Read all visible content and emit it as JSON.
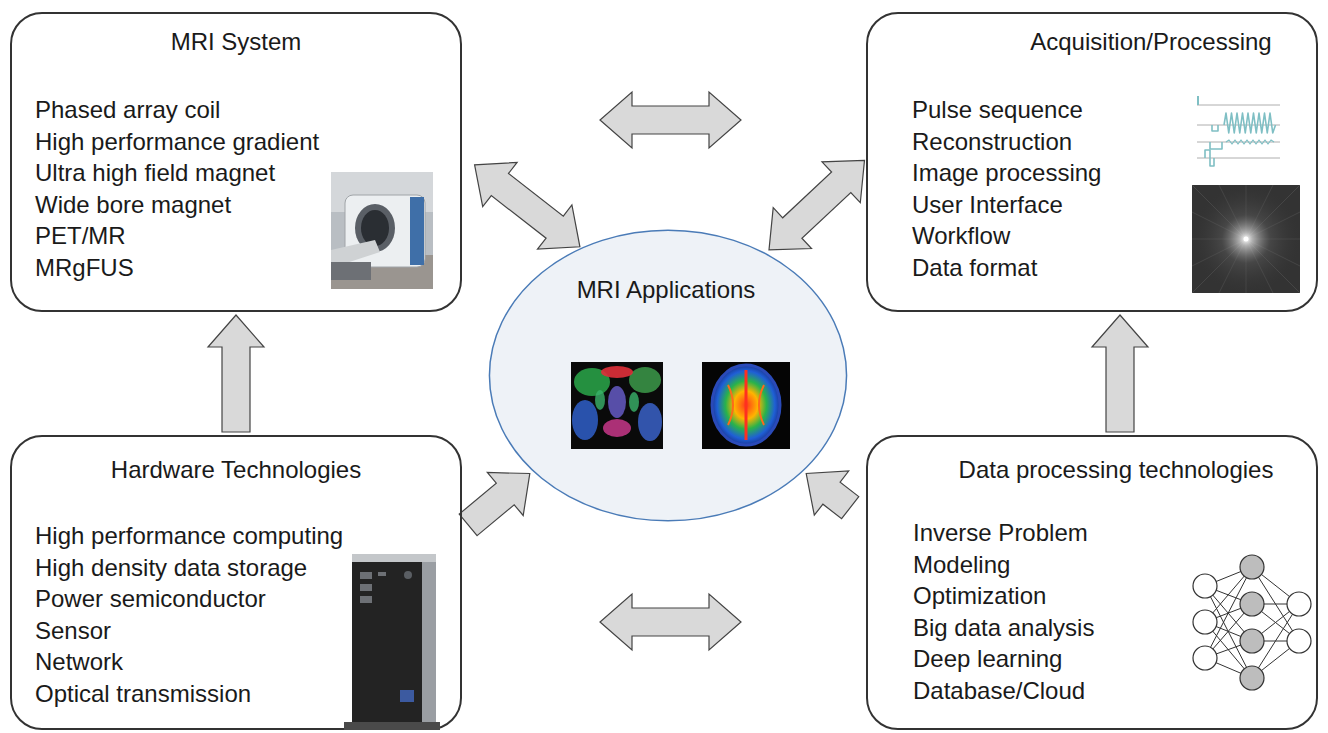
{
  "diagram": {
    "nodes": [
      {
        "text": [
          "MRI System",
          "Phased array coil",
          "High performance gradient",
          "Ultra high field magnet",
          "Wide bore magnet",
          "PET/MR",
          "MRgFUS"
        ]
      },
      {
        "text": [
          "Acquisition/Processing",
          "Pulse sequence",
          "Reconstruction",
          "Image processing",
          "User Interface",
          "Workflow",
          "Data format"
        ]
      },
      {
        "text": [
          "MRI Applications"
        ]
      },
      {
        "text": [
          "Hardware Technologies",
          "High performance computing",
          "High density data storage",
          "Power semiconductor",
          "Sensor",
          "Network",
          "Optical transmission"
        ]
      },
      {
        "text": [
          "Data processing technologies",
          "Inverse Problem",
          "Modeling",
          "Optimization",
          "Big data analysis",
          "Deep learning",
          "Database/Cloud"
        ]
      }
    ],
    "edges": [
      {
        "from": 0,
        "to": 1,
        "arrow": "both"
      },
      {
        "from": 0,
        "to": 2,
        "arrow": "both"
      },
      {
        "from": 1,
        "to": 2,
        "arrow": "both"
      },
      {
        "from": 3,
        "to": 0,
        "arrow": "to"
      },
      {
        "from": 4,
        "to": 1,
        "arrow": "to"
      },
      {
        "from": 3,
        "to": 2,
        "arrow": "to"
      },
      {
        "from": 4,
        "to": 2,
        "arrow": "to"
      },
      {
        "from": 3,
        "to": 4,
        "arrow": "both"
      }
    ]
  }
}
